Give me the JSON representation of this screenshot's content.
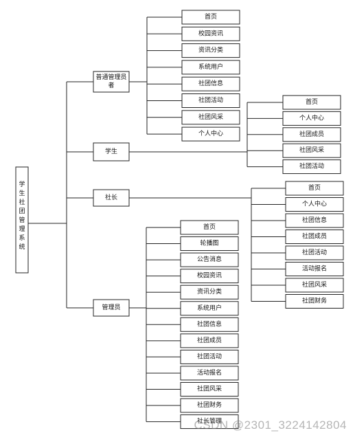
{
  "diagram": {
    "root": {
      "label": "学生社团管理系统"
    },
    "roles": [
      {
        "label_lines": [
          "普通管理员",
          "者"
        ],
        "items": [
          "首页",
          "校园资讯",
          "资讯分类",
          "系统用户",
          "社团信息",
          "社团活动",
          "社团风采",
          "个人中心"
        ]
      },
      {
        "label_lines": [
          "学生"
        ],
        "items": [
          "首页",
          "个人中心",
          "社团成员",
          "社团风采",
          "社团活动"
        ]
      },
      {
        "label_lines": [
          "社长"
        ],
        "items": [
          "首页",
          "个人中心",
          "社团信息",
          "社团成员",
          "社团活动",
          "活动报名",
          "社团风采",
          "社团财务"
        ]
      },
      {
        "label_lines": [
          "管理员"
        ],
        "items": [
          "首页",
          "轮播图",
          "公告消息",
          "校园资讯",
          "资讯分类",
          "系统用户",
          "社团信息",
          "社团成员",
          "社团活动",
          "活动报名",
          "社团风采",
          "社团财务",
          "社长管理"
        ]
      }
    ]
  },
  "watermark": "CSDN @2301_3224142804"
}
